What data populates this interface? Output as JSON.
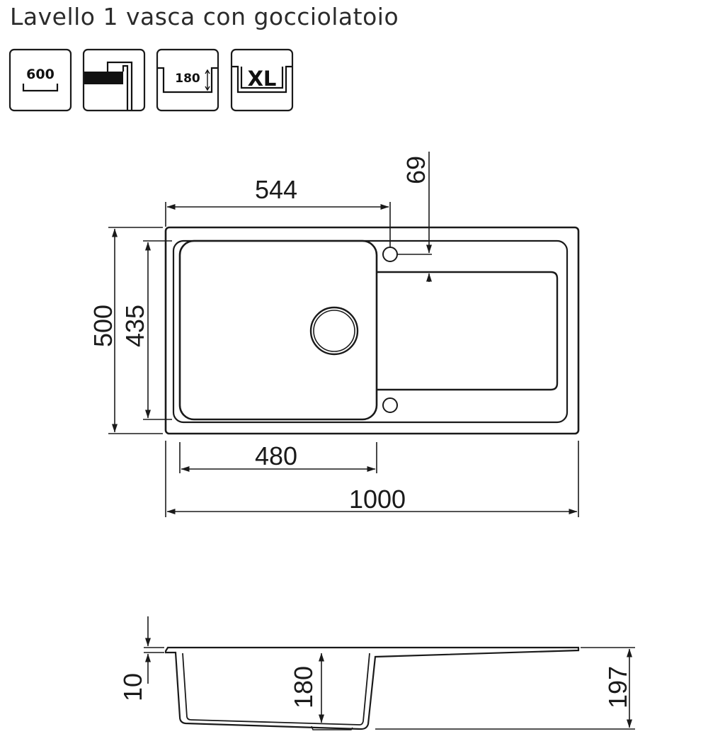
{
  "title": "Lavello 1 vasca con gocciolatoio",
  "badges": [
    {
      "icon": "cabinet-600-icon",
      "label": "600"
    },
    {
      "icon": "flush-mount-icon",
      "label": ""
    },
    {
      "icon": "bowl-depth-180-icon",
      "label": "180"
    },
    {
      "icon": "xl-bowl-icon",
      "label": "XL"
    }
  ],
  "top_view": {
    "width_label": "1000",
    "bowl_width_label": "480",
    "bowl_offset_label": "544",
    "drainer_offset_label": "69",
    "height_label": "500",
    "inner_height_label": "435"
  },
  "side_view": {
    "rim_label": "10",
    "bowl_depth_label": "180",
    "total_depth_label": "197"
  }
}
